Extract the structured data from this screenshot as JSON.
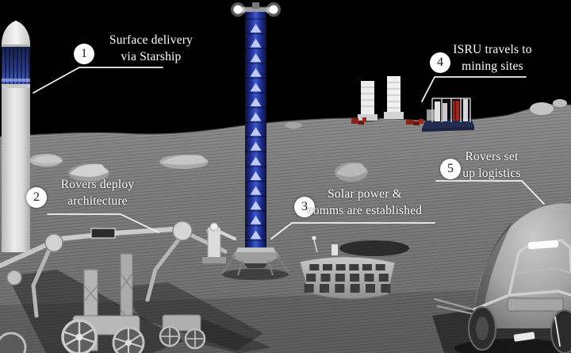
{
  "illustration": {
    "description_labels_present": true,
    "colors": {
      "sky": "#000000",
      "terrain": "#7c7c7c",
      "tower_blue": "#2338a8",
      "tower_triangle": "#ccd6f6",
      "isru_red": "#a1251a",
      "isru_base_navy": "#232c4e",
      "callout_text": "#ffffff",
      "callout_circle_bg": "#fdfdfd",
      "callout_circle_number": "#1d1d1d"
    }
  },
  "callouts": [
    {
      "number": "1",
      "lines": [
        "Surface delivery",
        "via Starship"
      ]
    },
    {
      "number": "2",
      "lines": [
        "Rovers deploy",
        "architecture"
      ]
    },
    {
      "number": "3",
      "lines": [
        "Solar power &",
        "comms are established"
      ]
    },
    {
      "number": "4",
      "lines": [
        "ISRU travels to",
        "mining sites"
      ]
    },
    {
      "number": "5",
      "lines": [
        "Rovers set",
        "up logistics"
      ]
    }
  ]
}
